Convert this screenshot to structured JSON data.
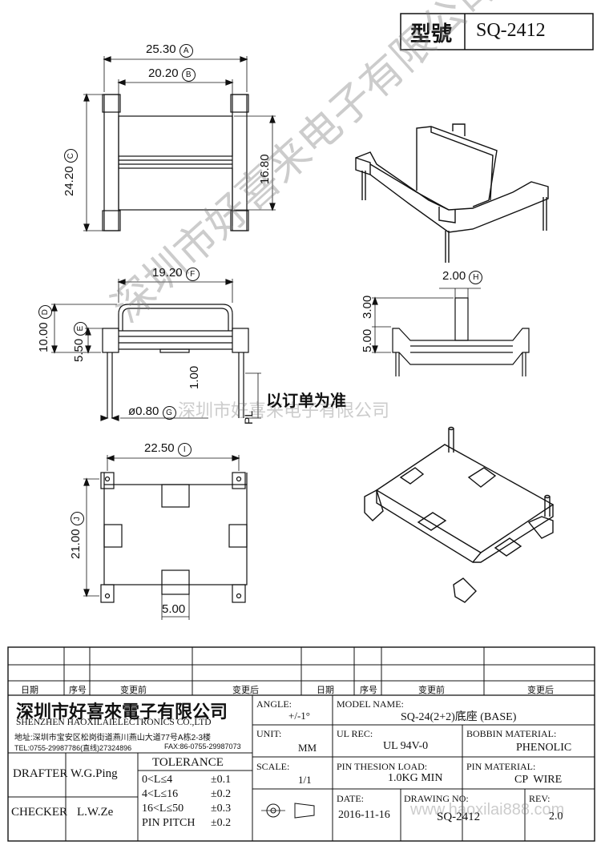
{
  "header": {
    "model_label": "型號",
    "model_value": "SQ-2412"
  },
  "dimensions": {
    "top_width": "25.30",
    "top_width_mark": "A",
    "inner_width": "20.20",
    "inner_width_mark": "B",
    "overall_height": "24.20",
    "overall_height_mark": "C",
    "inner_height": "16.80",
    "side_width": "19.20",
    "side_width_mark": "F",
    "side_height": "10.00",
    "side_height_mark": "D",
    "side_height2": "5.50",
    "side_height2_mark": "E",
    "pin_length": "1.00",
    "pin_dia": "ø0.80",
    "pin_dia_mark": "G",
    "pin_pitch_label": "PL",
    "front_pin_top": "3.00",
    "front_pin_width": "2.00",
    "front_pin_width_mark": "H",
    "front_base_height": "5.00",
    "bottom_width": "22.50",
    "bottom_width_mark": "I",
    "bottom_height": "21.00",
    "bottom_height_mark": "J",
    "bottom_tab": "5.00"
  },
  "order_note": "以订单为准",
  "watermarks": {
    "diagonal": "深圳市好喜来电子有限公司",
    "horizontal": "深圳市好喜来电子有限公司",
    "url": "www.haoxilai888.com"
  },
  "revision_table": {
    "col_date": "日期",
    "col_seq": "序号",
    "col_before": "变更前",
    "col_after": "变更后"
  },
  "company": {
    "name_cn": "深圳市好喜來電子有限公司",
    "name_en": "SHENZHEN HAOXILAIELECTRONICS CO.,LTD",
    "address": "地址:深圳市宝安区松岗街道燕川燕山大道77号A栋2-3楼",
    "tel": "TEL:0755-29987786(直线)27324896",
    "fax": "FAX:86-0755-29987073"
  },
  "title_block": {
    "angle_label": "ANGLE:",
    "angle_value": "+/-1°",
    "model_name_label": "MODEL NAME:",
    "model_name_value": "SQ-24(2+2)底座 (BASE)",
    "unit_label": "UNIT:",
    "unit_value": "MM",
    "ul_rec_label": "UL REC:",
    "ul_rec_value": "UL 94V-0",
    "bobbin_material_label": "BOBBIN MATERIAL:",
    "bobbin_material_value": "PHENOLIC",
    "scale_label": "SCALE:",
    "scale_value": "1/1",
    "pin_tension_label": "PIN THESION LOAD:",
    "pin_tension_value": "1.0KG MIN",
    "pin_material_label": "PIN MATERIAL:",
    "pin_material_value": "CP  WIRE",
    "date_label": "DATE:",
    "date_value": "2016-11-16",
    "drawing_no_label": "DRAWING NO:",
    "drawing_no_value": "SQ-2412",
    "rev_label": "REV:",
    "rev_value": "2.0",
    "drafter_label": "DRAFTER",
    "drafter_value": "W.G.Ping",
    "checker_label": "CHECKER",
    "checker_value": "L.W.Ze",
    "tolerance_title": "TOLERANCE",
    "tol_rows": [
      {
        "range": "0<L≤4",
        "value": "±0.1"
      },
      {
        "range": "4<L≤16",
        "value": "±0.2"
      },
      {
        "range": "16<L≤50",
        "value": "±0.3"
      },
      {
        "range": "PIN PITCH",
        "value": "±0.2"
      }
    ]
  }
}
